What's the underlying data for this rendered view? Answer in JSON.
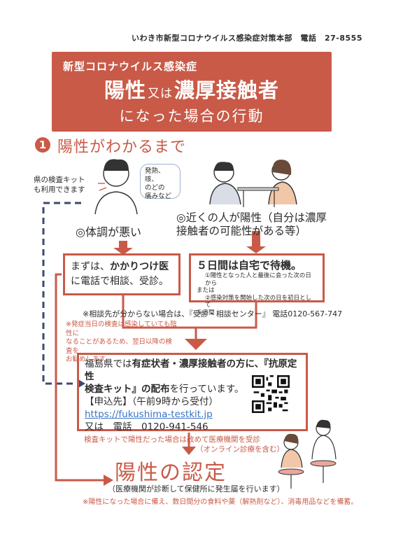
{
  "header": {
    "hq": "いわき市新型コロナウイルス感染症対策本部　電話　27-8555"
  },
  "banner": {
    "subtitle": "新型コロナウイルス感染症",
    "title_a": "陽性",
    "title_mid": "又は",
    "title_b": "濃厚接触者",
    "title2": "になった場合の行動"
  },
  "section": {
    "number": "1",
    "title": "陽性がわかるまで"
  },
  "kit_note": [
    "県の検査キット",
    "も利用できます"
  ],
  "bubble": [
    "発熱、咳、",
    "のどの",
    "痛みなど"
  ],
  "unwell": "◎体調が悪い",
  "near": [
    "◎近くの人が陽性（自分は濃厚",
    "接触者の可能性がある等）"
  ],
  "box1": {
    "a": "まずは、",
    "b": "かかりつけ医",
    "c": "に電話で相談、受診。"
  },
  "box2": {
    "head": "５日間は自宅で待機。",
    "lines": [
      "①陽性となった人と最後に会った次の日から",
      "または",
      "②感染対策を開始した次の日を初日として",
      "５日間"
    ]
  },
  "consult": "※相談先が分からない場合は、『受診・相談センター』 電話0120-567-747",
  "caution": [
    "※発症当日の検査は感染していても陰性に",
    "なることがあるため、翌日以降の検査を",
    "お勧めします。"
  ],
  "box3": {
    "l1a": "福島県では",
    "l1b": "有症状者・濃厚接触者の方に、『抗原定性",
    "l2a": "検査キット』の配布",
    "l2b": "を行っています。",
    "l3": "【申込先】（午前9時から受付）",
    "link": "https://fukushima-testkit.jp",
    "l5": "又は　電話　0120-941-546"
  },
  "kit_positive": "検査キットで陽性だった場合は改めて医療機関を受診",
  "online": "（オンライン診療を含む）",
  "cert": "陽性の認定",
  "cert_note": "（医療機関が診断して保健所に発生届を行います）",
  "bottom_note": "※陽性になった場合に備え、数日間分の食料や薬（解熱剤など）、消毒用品などを備蓄。",
  "colors": {
    "accent": "#c95a48",
    "link": "#3a74c4",
    "navy": "#3c4a6e"
  }
}
